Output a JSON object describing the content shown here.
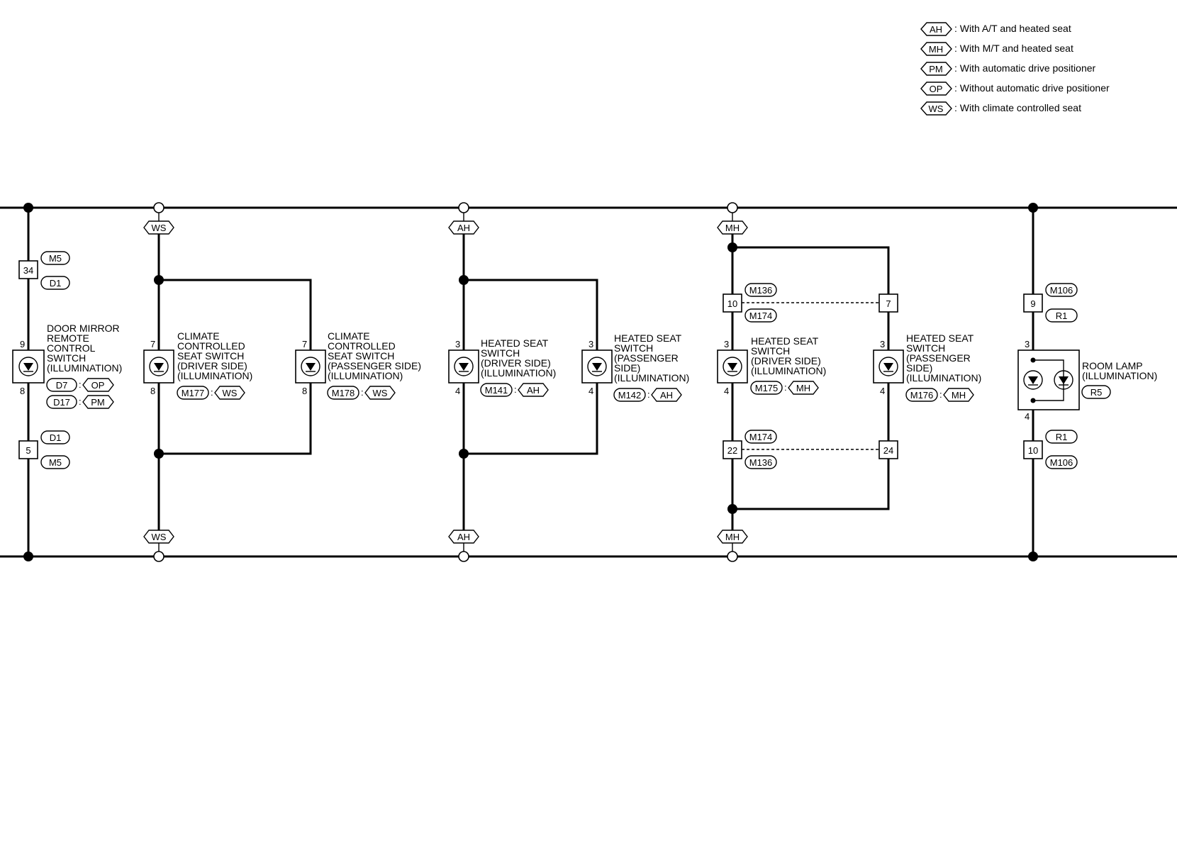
{
  "legend": [
    {
      "code": "AH",
      "text": ": With A/T and heated seat"
    },
    {
      "code": "MH",
      "text": ": With M/T and heated seat"
    },
    {
      "code": "PM",
      "text": ": With automatic drive positioner"
    },
    {
      "code": "OP",
      "text": ": Without automatic drive positioner"
    },
    {
      "code": "WS",
      "text": ": With climate controlled seat"
    }
  ],
  "connectors": {
    "door_top_num": "34",
    "door_top_a": "M5",
    "door_top_b": "D1",
    "door_bot_num": "5",
    "door_bot_a": "D1",
    "door_bot_b": "M5",
    "mh_top_left": "10",
    "mh_top_right": "7",
    "mh_top_a": "M136",
    "mh_top_b": "M174",
    "mh_bot_left": "22",
    "mh_bot_right": "24",
    "mh_bot_a": "M174",
    "mh_bot_b": "M136",
    "room_top_num": "9",
    "room_top_a": "M106",
    "room_top_b": "R1",
    "room_bot_num": "10",
    "room_bot_a": "R1",
    "room_bot_b": "M106"
  },
  "option_tags": {
    "ws_top": "WS",
    "ws_bot": "WS",
    "ah_top": "AH",
    "ah_bot": "AH",
    "mh_top": "MH",
    "mh_bot": "MH"
  },
  "components": {
    "door_mirror": {
      "lines": [
        "DOOR MIRROR",
        "REMOTE",
        "CONTROL",
        "SWITCH",
        "(ILLUMINATION)"
      ],
      "pin_top": "9",
      "pin_bot": "8",
      "conn1": "D7",
      "opt1": "OP",
      "conn2": "D17",
      "opt2": "PM"
    },
    "climate_driver": {
      "lines": [
        "CLIMATE",
        "CONTROLLED",
        "SEAT SWITCH",
        "(DRIVER SIDE)",
        "(ILLUMINATION)"
      ],
      "pin_top": "7",
      "pin_bot": "8",
      "conn": "M177",
      "opt": "WS"
    },
    "climate_passenger": {
      "lines": [
        "CLIMATE",
        "CONTROLLED",
        "SEAT SWITCH",
        "(PASSENGER SIDE)",
        "(ILLUMINATION)"
      ],
      "pin_top": "7",
      "pin_bot": "8",
      "conn": "M178",
      "opt": "WS"
    },
    "heated_ah_driver": {
      "lines": [
        "HEATED SEAT",
        "SWITCH",
        "(DRIVER SIDE)",
        "(ILLUMINATION)"
      ],
      "pin_top": "3",
      "pin_bot": "4",
      "conn": "M141",
      "opt": "AH"
    },
    "heated_ah_passenger": {
      "lines": [
        "HEATED SEAT",
        "SWITCH",
        "(PASSENGER",
        " SIDE)",
        "(ILLUMINATION)"
      ],
      "pin_top": "3",
      "pin_bot": "4",
      "conn": "M142",
      "opt": "AH"
    },
    "heated_mh_driver": {
      "lines": [
        "HEATED SEAT",
        "SWITCH",
        "(DRIVER SIDE)",
        "(ILLUMINATION)"
      ],
      "pin_top": "3",
      "pin_bot": "4",
      "conn": "M175",
      "opt": "MH"
    },
    "heated_mh_passenger": {
      "lines": [
        "HEATED SEAT",
        "SWITCH",
        "(PASSENGER",
        " SIDE)",
        "(ILLUMINATION)"
      ],
      "pin_top": "3",
      "pin_bot": "4",
      "conn": "M176",
      "opt": "MH"
    },
    "room_lamp": {
      "lines": [
        "ROOM LAMP",
        "(ILLUMINATION)"
      ],
      "pin_top": "3",
      "pin_bot": "4",
      "conn": "R5"
    }
  }
}
